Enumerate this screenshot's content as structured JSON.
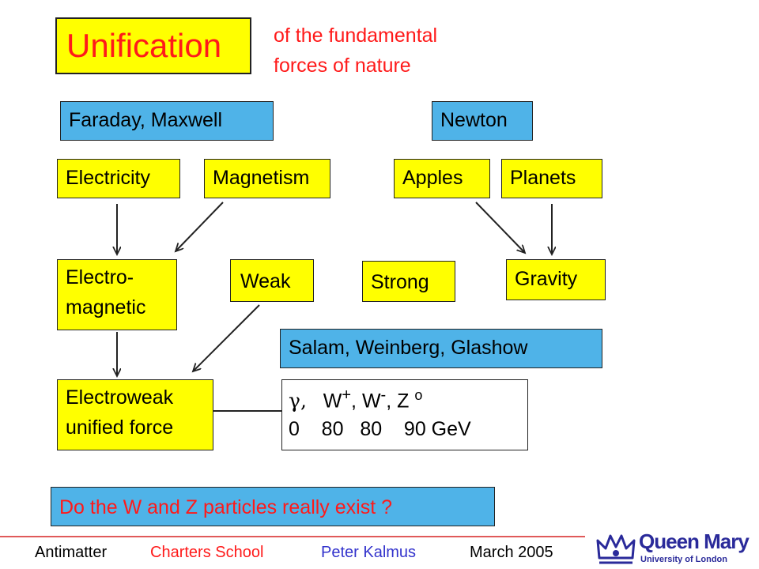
{
  "title": "Unification",
  "subtitle_line1": "of the fundamental",
  "subtitle_line2": "forces of nature",
  "people": {
    "faraday_maxwell": "Faraday, Maxwell",
    "newton": "Newton",
    "salam": "Salam, Weinberg, Glashow"
  },
  "forces": {
    "electricity": "Electricity",
    "magnetism": "Magnetism",
    "apples": "Apples",
    "planets": "Planets",
    "electromagnetic_1": "Electro-",
    "electromagnetic_2": "magnetic",
    "weak": "Weak",
    "strong": "Strong",
    "gravity": "Gravity",
    "electroweak_1": "Electroweak",
    "electroweak_2": "unified force"
  },
  "bosons": {
    "gamma": "γ,",
    "w_plus": "W",
    "w_plus_sup": "+",
    "comma1": ",",
    "w_minus": "W",
    "w_minus_sup": "-",
    "comma2": ", Z",
    "z_sup": "o",
    "masses": "0    80   80    90 GeV"
  },
  "question": "Do the W and Z particles really exist ?",
  "footer": {
    "antimatter": "Antimatter",
    "school": "Charters School",
    "author": "Peter Kalmus",
    "date": "March 2005"
  },
  "logo": {
    "name": "Queen Mary",
    "sub": "University of London"
  },
  "colors": {
    "yellow": "#ffff00",
    "blue": "#4fb3e8",
    "red": "#ff1a1a",
    "footer_blue": "#3333cc",
    "logo_blue": "#2a2a9a"
  }
}
